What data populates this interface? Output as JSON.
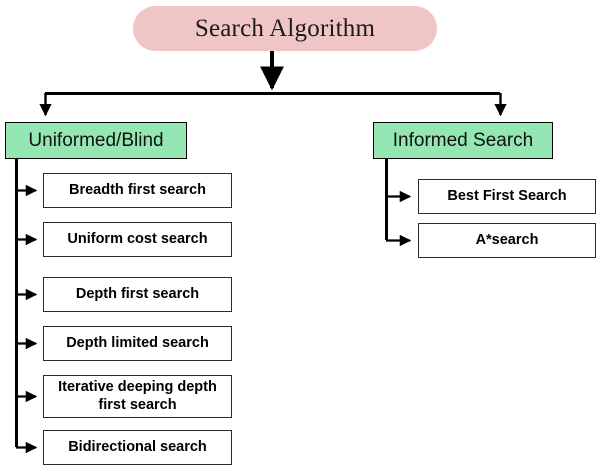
{
  "diagram": {
    "type": "hierarchy-tree",
    "title": "Search Algorithm",
    "colors": {
      "root_fill": "#f0c5c5",
      "category_fill": "#94e7b3",
      "leaf_fill": "#ffffff",
      "border": "#000000",
      "edge": "#000000",
      "background": "#ffffff"
    },
    "root": {
      "label": "Search Algorithm"
    },
    "branches": [
      {
        "key": "uninformed",
        "label": "Uniformed/Blind",
        "children": [
          {
            "label": "Breadth first search"
          },
          {
            "label": "Uniform cost search"
          },
          {
            "label": "Depth first search"
          },
          {
            "label": "Depth limited search"
          },
          {
            "label": "Iterative deeping depth first search",
            "line1": "Iterative deeping depth",
            "line2": "first search"
          },
          {
            "label": "Bidirectional search"
          }
        ]
      },
      {
        "key": "informed",
        "label": "Informed Search",
        "children": [
          {
            "label": "Best First Search"
          },
          {
            "label": "A*search"
          }
        ]
      }
    ]
  }
}
